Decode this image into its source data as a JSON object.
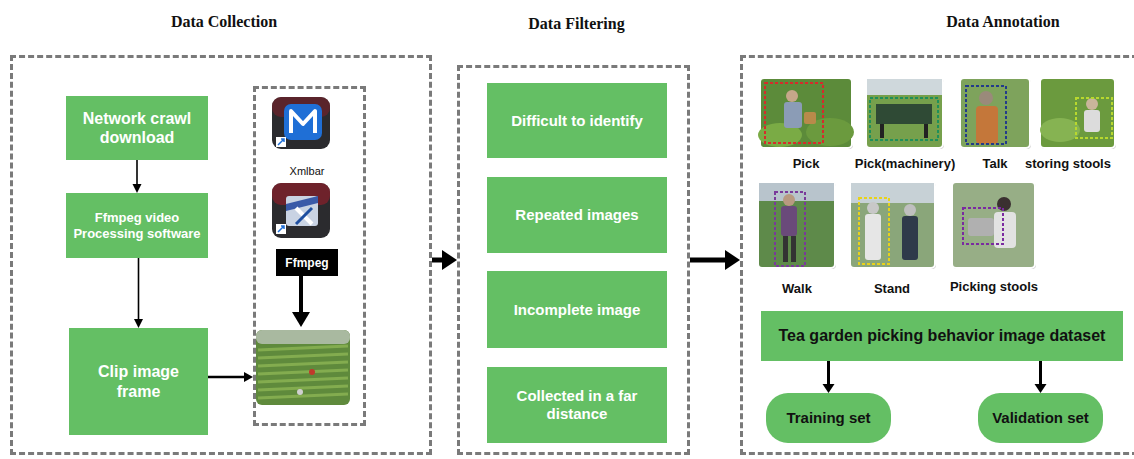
{
  "diagram": {
    "nodes": [
      {
        "text": [
          "Data Collection"
        ]
      },
      {
        "text": [
          "Network crawl download"
        ],
        "in": 0
      },
      {
        "text": [
          "Ffmpeg video Processing software"
        ],
        "in": 0
      },
      {
        "text": [
          "Clip image frame"
        ],
        "in": 0
      },
      {
        "text": [
          "Xmlbar",
          "Ffmpeg"
        ],
        "in": 0
      },
      {
        "text": [
          "Data Filtering"
        ]
      },
      {
        "text": [
          "Difficult to identify"
        ],
        "in": 5
      },
      {
        "text": [
          "Repeated images"
        ],
        "in": 5
      },
      {
        "text": [
          "Incomplete image"
        ],
        "in": 5
      },
      {
        "text": [
          "Collected in a far distance"
        ],
        "in": 5
      },
      {
        "text": [
          "Data Annotation"
        ]
      },
      {
        "text": [
          "Tea garden picking behavior image dataset"
        ],
        "in": 10
      },
      {
        "text": [
          "Training set"
        ],
        "in": 10
      },
      {
        "text": [
          "Validation set"
        ],
        "in": 10
      }
    ],
    "edges": [
      {
        "from": 1,
        "to": 2,
        "arrow": "to"
      },
      {
        "from": 2,
        "to": 3,
        "arrow": "to"
      },
      {
        "from": 3,
        "to": 4,
        "arrow": "to"
      },
      {
        "from": 0,
        "to": 5,
        "arrow": "to"
      },
      {
        "from": 5,
        "to": 10,
        "arrow": "to"
      },
      {
        "from": 11,
        "to": 12,
        "arrow": "to"
      },
      {
        "from": 11,
        "to": 13,
        "arrow": "to"
      }
    ],
    "labels": [
      "Pick",
      "Pick(machinery)",
      "Talk",
      "storing stools",
      "Walk",
      "Stand",
      "Picking stools"
    ]
  }
}
